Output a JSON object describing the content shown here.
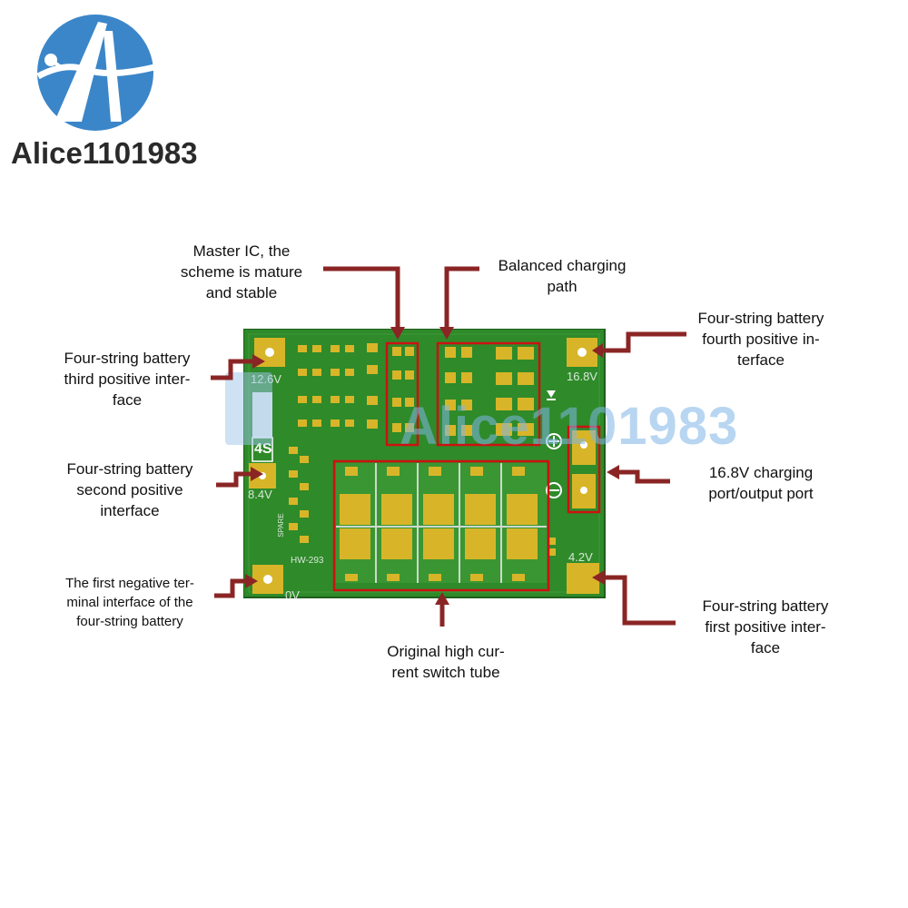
{
  "logo": {
    "name": "Alice1101983"
  },
  "watermark": {
    "text": "Alice1101983"
  },
  "board": {
    "labels": {
      "v12_6": "12.6V",
      "v16_8": "16.8V",
      "s4": "4S",
      "v8_4": "8.4V",
      "model": "HW-293",
      "v0": "0V",
      "v4_2": "4.2V",
      "spare": "SPARE"
    }
  },
  "callouts": {
    "master_ic": [
      "Master IC, the",
      "scheme is mature",
      "and stable"
    ],
    "balanced": [
      "Balanced charging",
      "path"
    ],
    "fourth_positive": [
      "Four-string battery",
      "fourth positive in-",
      "terface"
    ],
    "third_positive": [
      "Four-string battery",
      "third positive inter-",
      "face"
    ],
    "second_positive": [
      "Four-string battery",
      "second positive",
      "interface"
    ],
    "charging_port": [
      "16.8V charging",
      "port/output port"
    ],
    "first_negative": [
      "The first negative ter-",
      "minal interface of the",
      "four-string battery"
    ],
    "switch_tube": [
      "Original high cur-",
      "rent switch tube"
    ],
    "first_positive": [
      "Four-string battery",
      "first positive inter-",
      "face"
    ]
  },
  "colors": {
    "pcb": "#2f8a2a",
    "arrow": "#8b2525",
    "highlight": "#cc1111",
    "pad": "#d8b528",
    "logo_blue": "#3b86c9"
  }
}
